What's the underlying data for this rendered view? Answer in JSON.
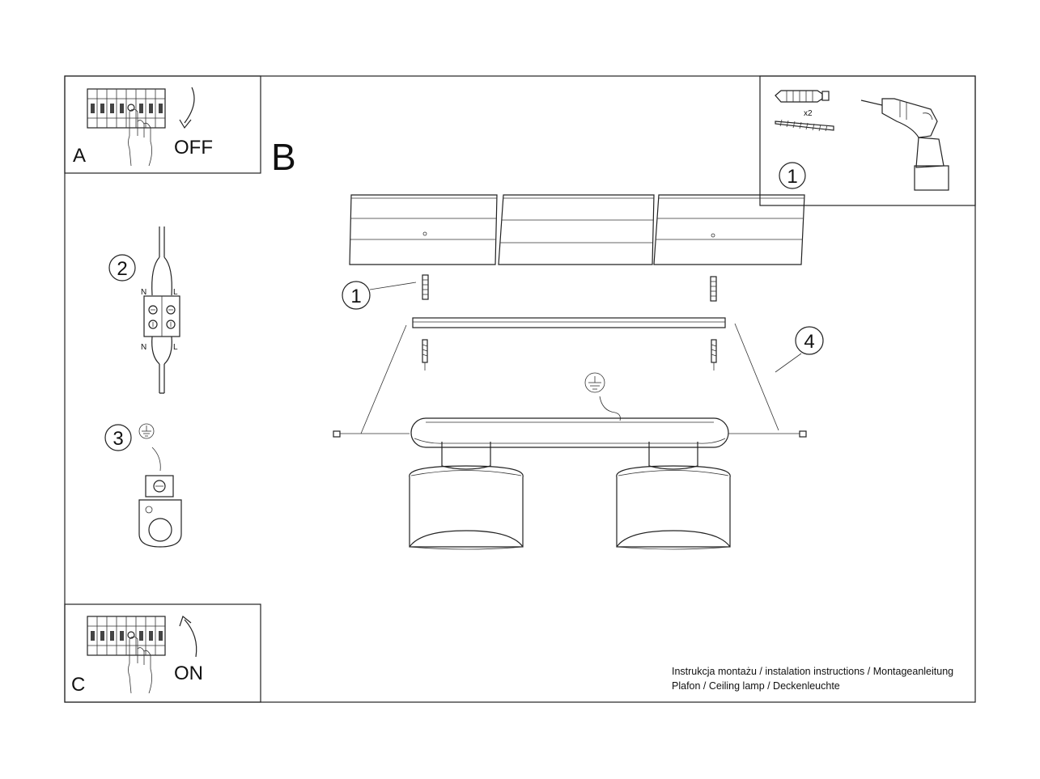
{
  "panels": {
    "a": {
      "letter": "A",
      "action": "OFF"
    },
    "b": {
      "letter": "B"
    },
    "c": {
      "letter": "C",
      "action": "ON"
    }
  },
  "callouts": {
    "one": "1",
    "two": "2",
    "three": "3",
    "four": "4"
  },
  "tools": {
    "anchor_quantity": "x2"
  },
  "connector": {
    "neutral": "N",
    "live": "L"
  },
  "footer": {
    "line1": "Instrukcja montażu / instalation instructions / Montageanleitung",
    "line2": "Plafon / Ceiling lamp / Deckenleuchte"
  },
  "colors": {
    "line": "#222222",
    "background": "#ffffff"
  }
}
